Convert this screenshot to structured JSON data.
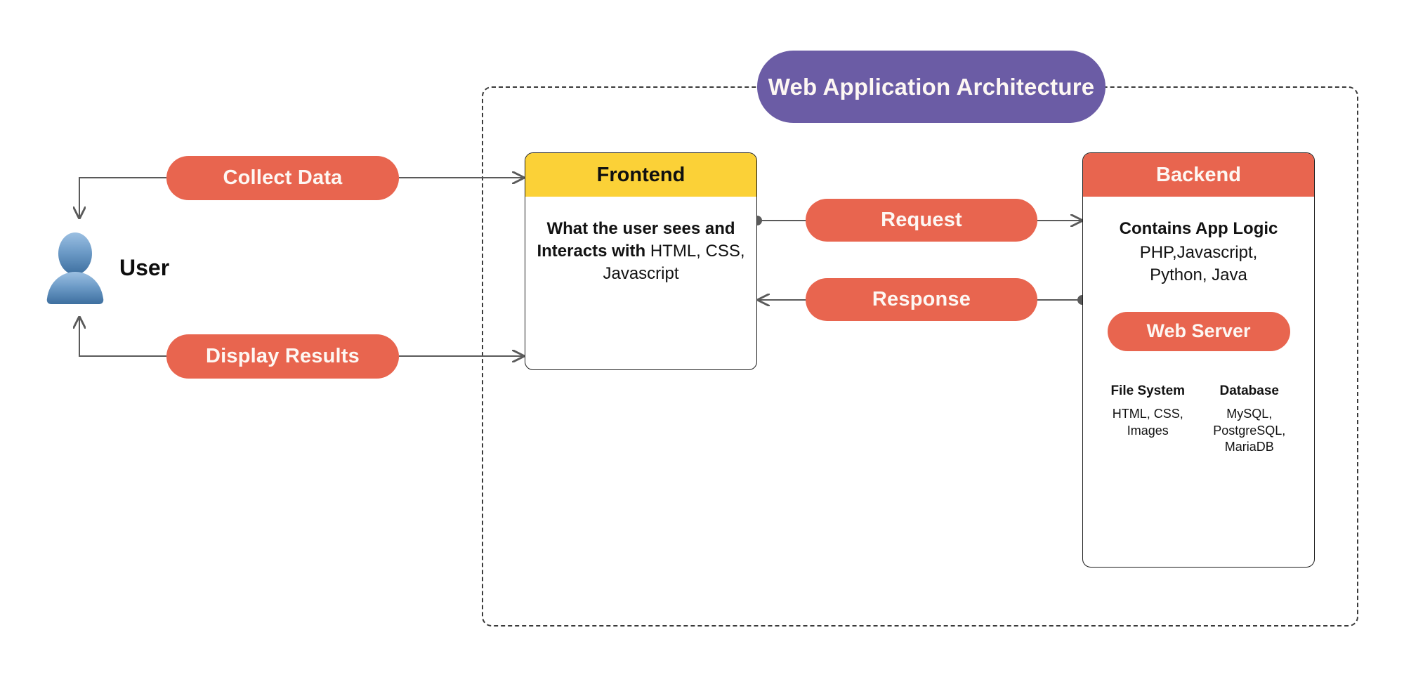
{
  "diagram": {
    "title": "Web Application Architecture",
    "boundary_name": "system-boundary"
  },
  "actor": {
    "label": "User",
    "icon": "user-avatar-icon"
  },
  "flows": {
    "collect_data": "Collect Data",
    "display_results": "Display Results",
    "request": "Request",
    "response": "Response"
  },
  "frontend": {
    "header": "Frontend",
    "body_strong": "What the user sees and Interacts with",
    "body_rest": " HTML, CSS, Javascript"
  },
  "backend": {
    "header": "Backend",
    "body_strong": "Contains App Logic",
    "body_line1": "PHP,Javascript,",
    "body_line2": "Python, Java",
    "web_server": "Web Server",
    "columns": [
      {
        "title": "File System",
        "line1": "HTML, CSS,",
        "line2": "Images",
        "line3": ""
      },
      {
        "title": "Database",
        "line1": "MySQL,",
        "line2": "PostgreSQL,",
        "line3": "MariaDB"
      }
    ]
  },
  "colors": {
    "salmon": "#e8654f",
    "purple": "#6b5ca5",
    "yellow": "#fbd137",
    "edge": "#5a5a5a",
    "boundary": "#3a3a3a",
    "avatar_top": "#8fb5da",
    "avatar_bottom": "#3d6f9f"
  }
}
